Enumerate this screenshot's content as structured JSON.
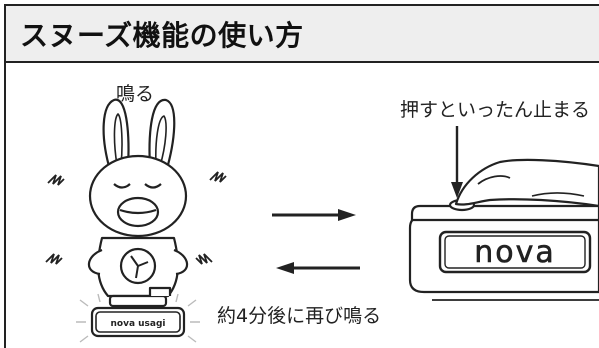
{
  "header": {
    "title": "スヌーズ機能の使い方"
  },
  "labels": {
    "ring": "鳴る",
    "press": "押すといったん止まる",
    "snooze": "約4分後に再び鳴る"
  },
  "product": {
    "base_logo": "nova",
    "small_logo": "nova usagi"
  }
}
